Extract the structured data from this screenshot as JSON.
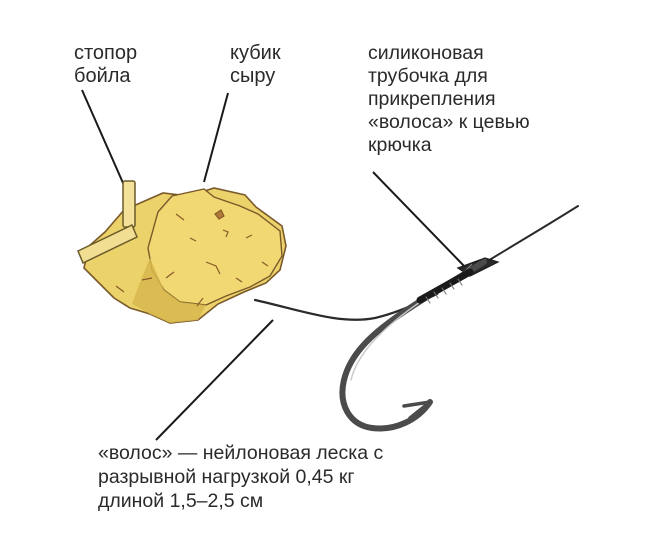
{
  "labels": {
    "boilie_stopper": [
      "стопор",
      "бойла"
    ],
    "cheese_cube": [
      "кубик",
      "сыру"
    ],
    "silicone_tube": [
      "силиконовая",
      "трубочка для",
      "прикрепления",
      "«волоса» к цевью",
      "крючка"
    ],
    "hair_line": [
      "«волос» — нейлоновая леска с",
      "разрывной нагрузкой 0,45 кг",
      "длиной 1,5–2,5 см"
    ]
  },
  "colors": {
    "cheese": "#efd46a",
    "cheese_shadow": "#d3b24a",
    "cheese_outline": "#7a5a2a",
    "stopper": "#f2e08e",
    "line": "#2a2a2a",
    "hook": "#4a4a4a",
    "text": "#2a2a2a"
  }
}
